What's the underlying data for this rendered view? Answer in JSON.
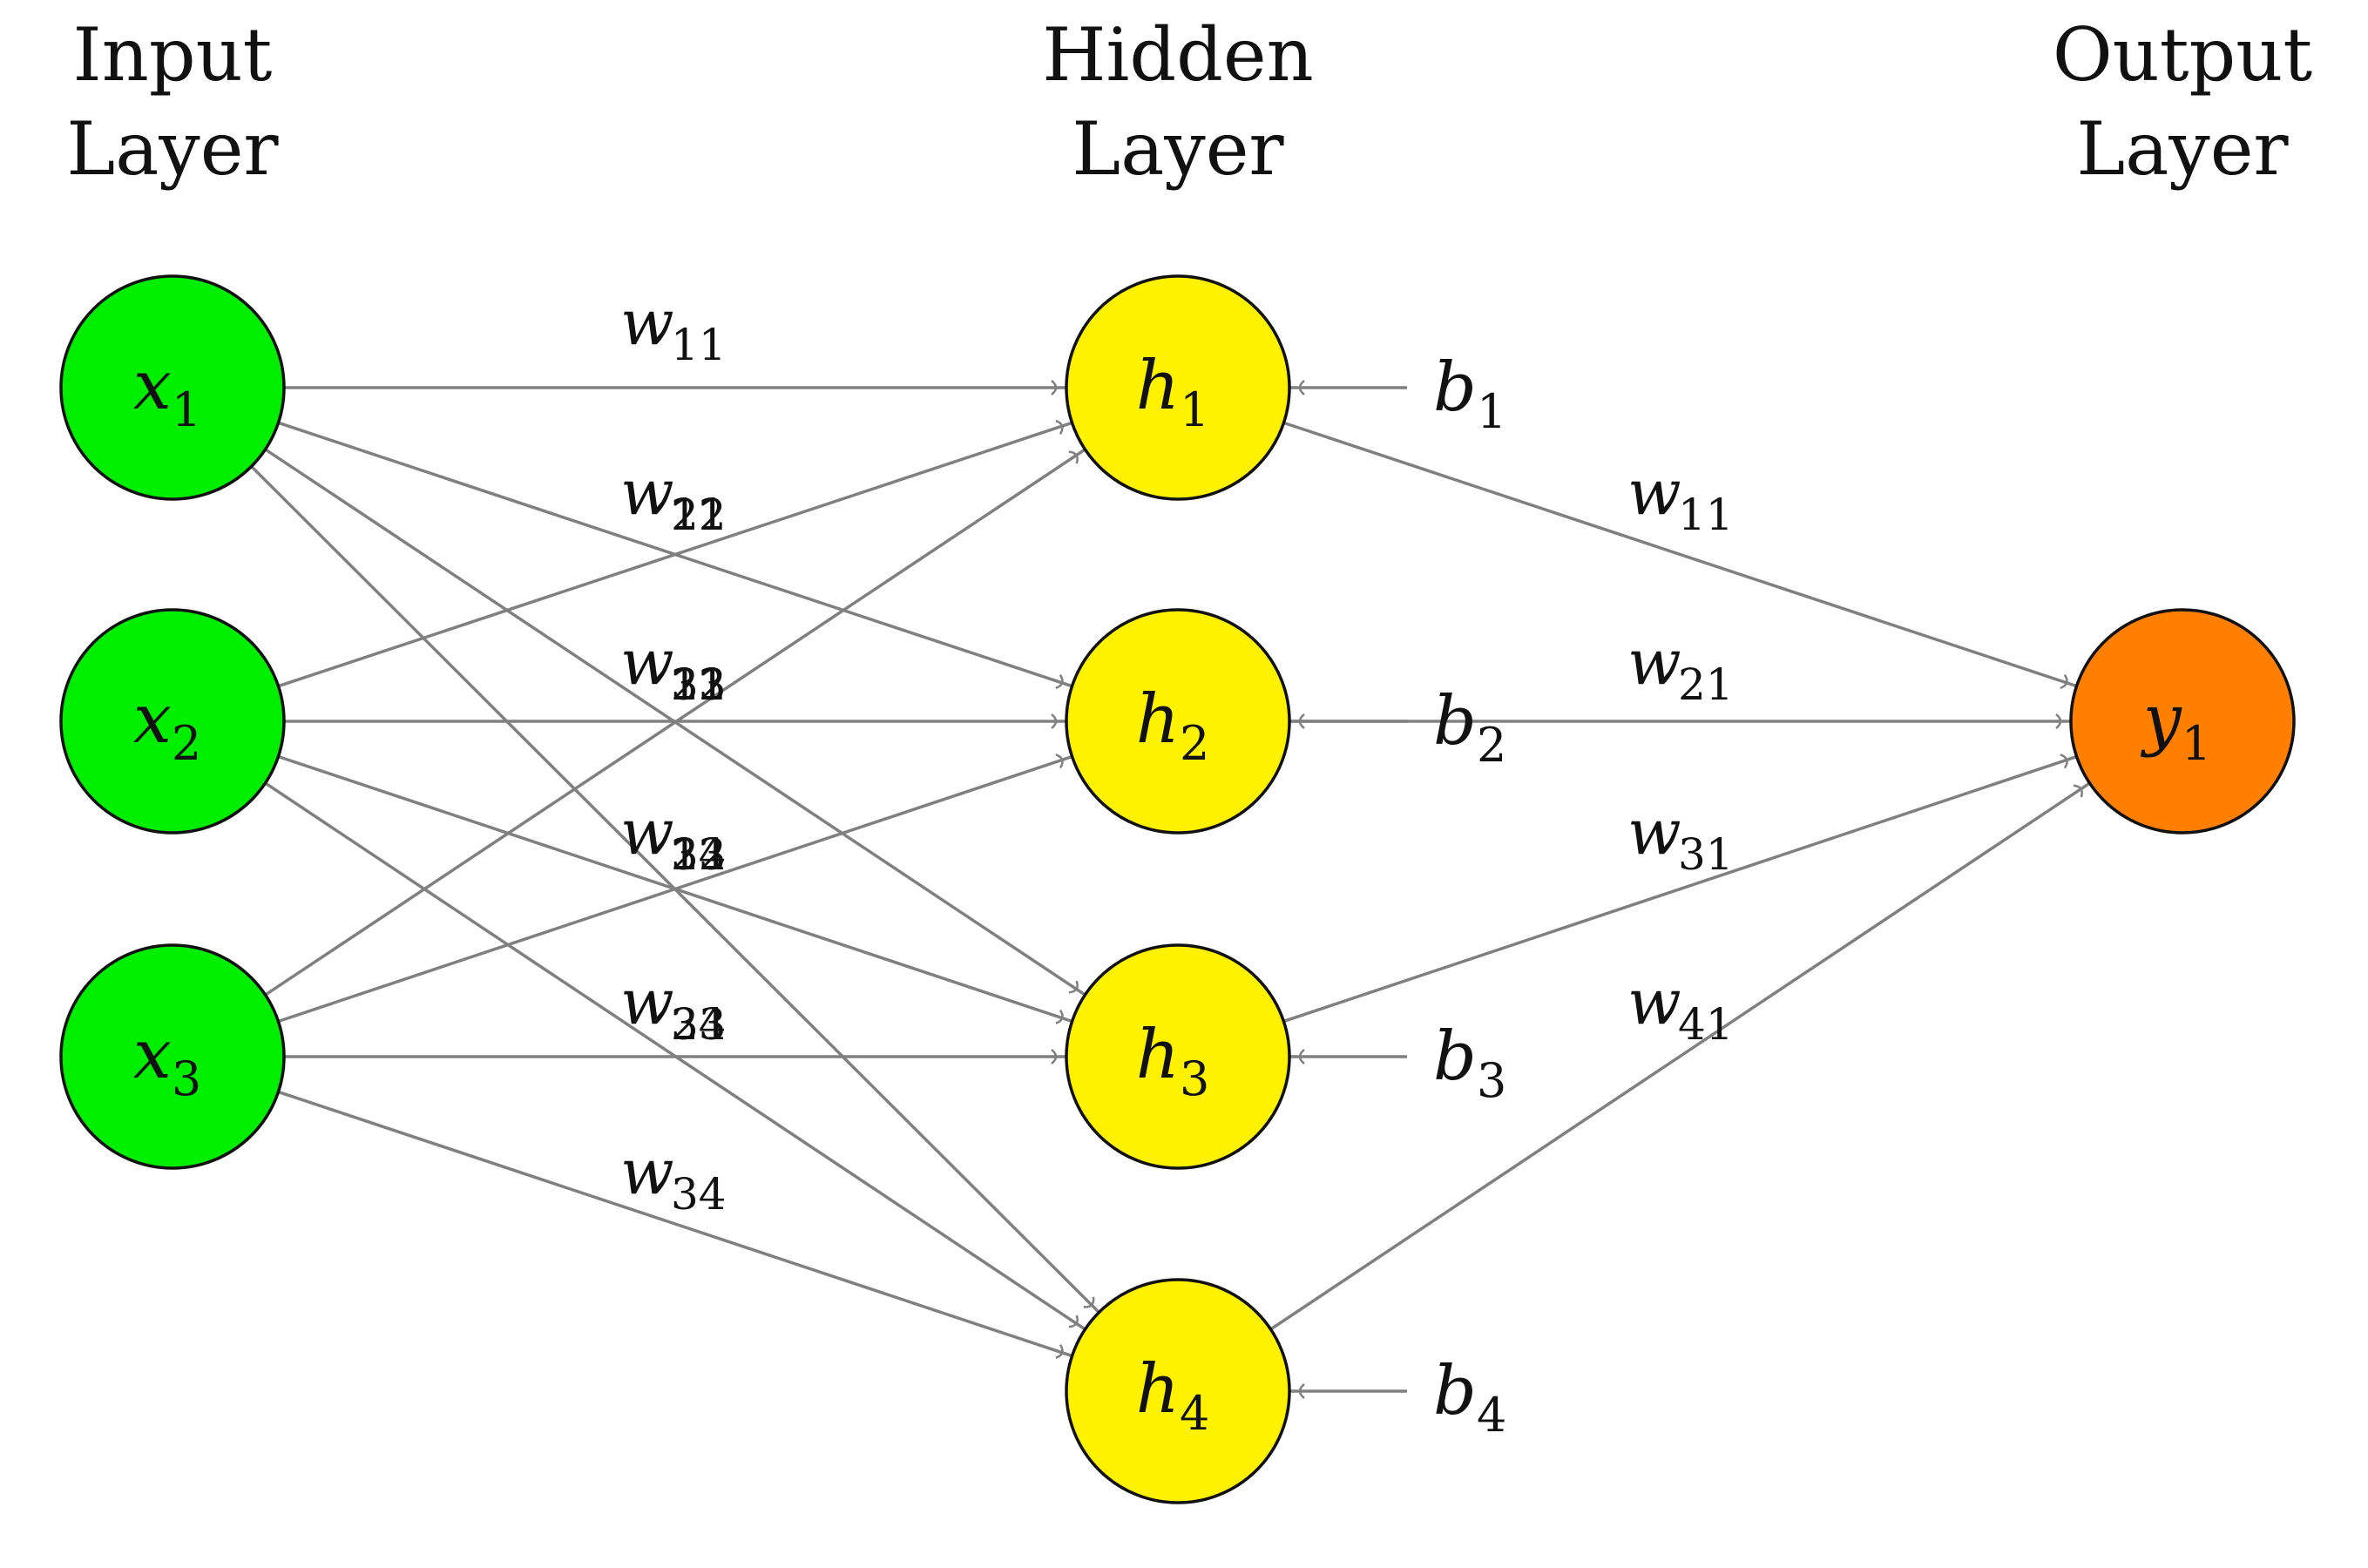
{
  "layers": [
    {
      "id": "input",
      "title_line1": "Input",
      "title_line2": "Layer"
    },
    {
      "id": "hidden",
      "title_line1": "Hidden",
      "title_line2": "Layer"
    },
    {
      "id": "output",
      "title_line1": "Output",
      "title_line2": "Layer"
    }
  ],
  "colors": {
    "input": "#00ee00",
    "hidden": "#fff200",
    "output": "#ff8000",
    "edge": "#808080",
    "outline": "#111111"
  },
  "nodes": {
    "input": [
      {
        "symbol": "x",
        "sub": "1"
      },
      {
        "symbol": "x",
        "sub": "2"
      },
      {
        "symbol": "x",
        "sub": "3"
      }
    ],
    "hidden": [
      {
        "symbol": "h",
        "sub": "1"
      },
      {
        "symbol": "h",
        "sub": "2"
      },
      {
        "symbol": "h",
        "sub": "3"
      },
      {
        "symbol": "h",
        "sub": "4"
      }
    ],
    "output": [
      {
        "symbol": "y",
        "sub": "1"
      }
    ]
  },
  "biases": [
    {
      "symbol": "b",
      "sub": "1",
      "target": 0
    },
    {
      "symbol": "b",
      "sub": "2",
      "target": 1
    },
    {
      "symbol": "b",
      "sub": "3",
      "target": 2
    },
    {
      "symbol": "b",
      "sub": "4",
      "target": 3
    }
  ],
  "edges_input_hidden": [
    {
      "from": 0,
      "to": 0
    },
    {
      "from": 0,
      "to": 1
    },
    {
      "from": 0,
      "to": 2
    },
    {
      "from": 0,
      "to": 3
    },
    {
      "from": 1,
      "to": 0
    },
    {
      "from": 1,
      "to": 1
    },
    {
      "from": 1,
      "to": 2
    },
    {
      "from": 1,
      "to": 3
    },
    {
      "from": 2,
      "to": 0
    },
    {
      "from": 2,
      "to": 1
    },
    {
      "from": 2,
      "to": 2
    },
    {
      "from": 2,
      "to": 3
    }
  ],
  "edges_hidden_output": [
    {
      "from": 0,
      "to": 0
    },
    {
      "from": 1,
      "to": 0
    },
    {
      "from": 2,
      "to": 0
    },
    {
      "from": 3,
      "to": 0
    }
  ],
  "weight_labels_input": [
    {
      "symbol": "w",
      "subs": [
        "11"
      ]
    },
    {
      "symbol": "w",
      "subs": [
        "12",
        "21"
      ]
    },
    {
      "symbol": "w",
      "subs": [
        "13",
        "22",
        "31"
      ]
    },
    {
      "symbol": "w",
      "subs": [
        "14",
        "23",
        "32"
      ]
    },
    {
      "symbol": "w",
      "subs": [
        "24",
        "33"
      ]
    },
    {
      "symbol": "w",
      "subs": [
        "34"
      ]
    }
  ],
  "weight_labels_output": [
    {
      "symbol": "w",
      "subs": [
        "11"
      ]
    },
    {
      "symbol": "w",
      "subs": [
        "21"
      ]
    },
    {
      "symbol": "w",
      "subs": [
        "31"
      ]
    },
    {
      "symbol": "w",
      "subs": [
        "41"
      ]
    }
  ]
}
